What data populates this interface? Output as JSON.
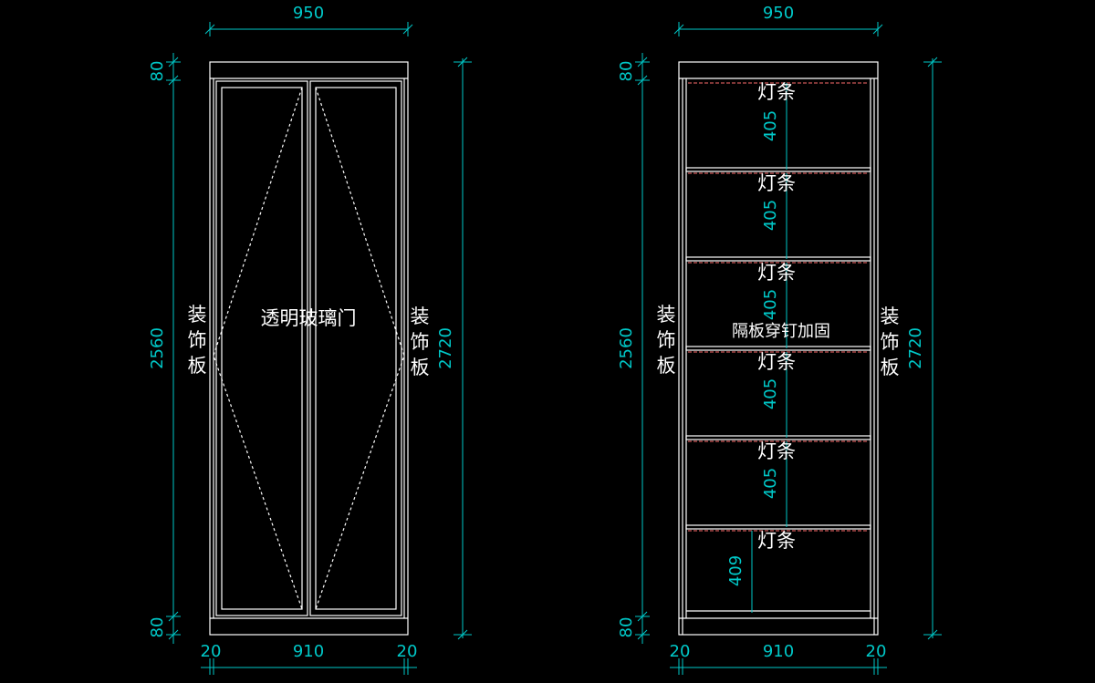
{
  "colors": {
    "background": "#000000",
    "outline": "#ffffff",
    "dimension": "#00c8c8",
    "led_strip": "#ff6e6e"
  },
  "left": {
    "top_width": "950",
    "side_top": "80",
    "side_middle": "2560",
    "side_bottom": "80",
    "overall_height": "2720",
    "bottom_left": "20",
    "bottom_middle": "910",
    "bottom_right": "20",
    "door_label": "透明玻璃门",
    "decor_left": [
      "装",
      "饰",
      "板"
    ],
    "decor_right": [
      "装",
      "饰",
      "板"
    ]
  },
  "right": {
    "top_width": "950",
    "side_top": "80",
    "side_middle": "2560",
    "side_bottom": "80",
    "overall_height": "2720",
    "bottom_left": "20",
    "bottom_middle": "910",
    "bottom_right": "20",
    "shelf_label": "隔板穿钉加固",
    "decor_left": [
      "装",
      "饰",
      "板"
    ],
    "decor_right": [
      "装",
      "饰",
      "板"
    ],
    "light_labels": [
      "灯条",
      "灯条",
      "灯条",
      "灯条",
      "灯条",
      "灯条"
    ],
    "compartment_heights": [
      "405",
      "405",
      "405",
      "405",
      "405",
      "409"
    ]
  }
}
